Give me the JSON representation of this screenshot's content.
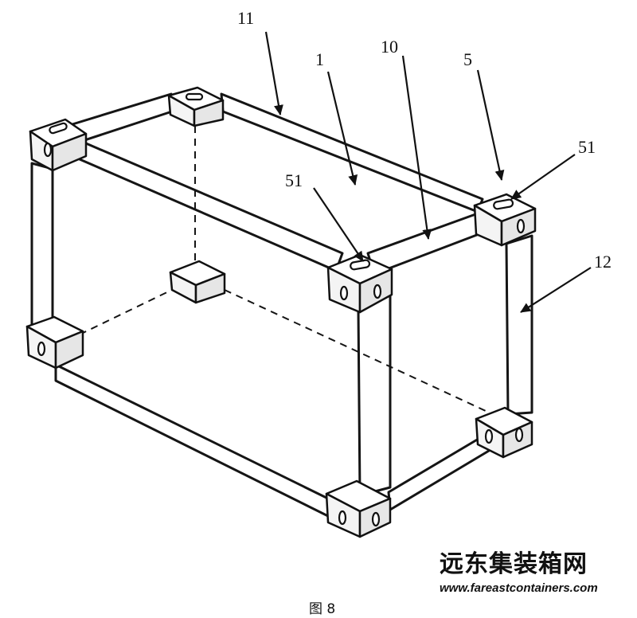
{
  "figure": {
    "caption": "图 8",
    "watermark": {
      "brand_cn": "远东集装箱网",
      "url": "www.fareastcontainers.com"
    }
  },
  "part_labels": [
    {
      "id": "label-11",
      "text": "11"
    },
    {
      "id": "label-1",
      "text": "1"
    },
    {
      "id": "label-10",
      "text": "10"
    },
    {
      "id": "label-5",
      "text": "5"
    },
    {
      "id": "label-51-right",
      "text": "51"
    },
    {
      "id": "label-51-front",
      "text": "51"
    },
    {
      "id": "label-12",
      "text": "12"
    }
  ],
  "components": {
    "corner_fittings": [
      "top-left-front",
      "top-left-back",
      "top-right-back",
      "top-right-front",
      "bottom-left-front",
      "bottom-left-back",
      "bottom-right-back",
      "bottom-right-front"
    ],
    "frame_beams": [
      "top-longitudinal-front",
      "top-longitudinal-back",
      "top-end-rail-left",
      "top-end-rail-right",
      "corner-post-left-front",
      "corner-post-right-front",
      "corner-post-right-back",
      "bottom-side-rail-front",
      "bottom-end-rail-right"
    ],
    "hidden_edges": [
      "bottom-back-rail",
      "bottom-left-end-rail",
      "corner-post-left-back"
    ]
  }
}
